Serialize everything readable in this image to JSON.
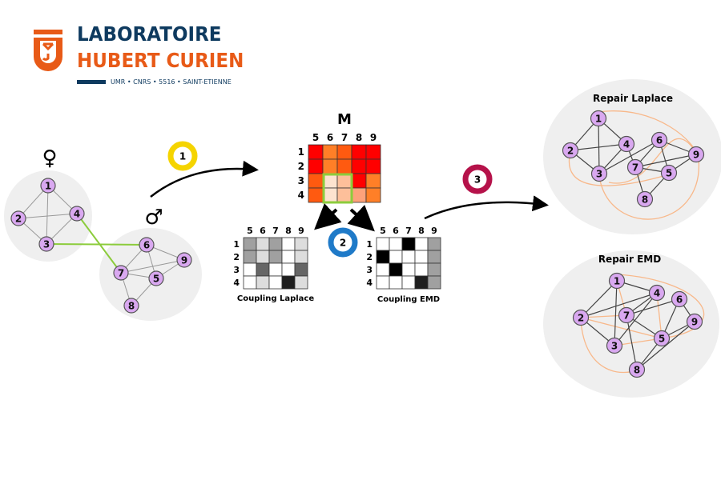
{
  "logo": {
    "line1": "LABORATOIRE",
    "line2": "HUBERT CURIEN",
    "subtitle": "UMR • CNRS • 5516 • SAINT-ETIENNE",
    "monogram": "UJM"
  },
  "colors": {
    "node_fill": "#d9a8f0",
    "node_stroke": "#555555",
    "blob": "#efefef",
    "match_edge": "#8ccc3c",
    "repair_edge": "#f8b88a",
    "badge1": "#f5d400",
    "badge2": "#1f7ac8",
    "badge3": "#b5124a",
    "logo_blue": "#0e3a5f",
    "logo_orange": "#e85a17"
  },
  "female_symbol": "♀",
  "male_symbol": "♂",
  "badges": [
    "1",
    "2",
    "3"
  ],
  "matrix_M": {
    "title": "M",
    "cols": [
      "5",
      "6",
      "7",
      "8",
      "9"
    ],
    "rows": [
      "1",
      "2",
      "3",
      "4"
    ],
    "cells": [
      [
        "#ff0000",
        "#ff7f27",
        "#ff5a10",
        "#ff0000",
        "#ff0000"
      ],
      [
        "#ff0000",
        "#ff7f27",
        "#ff5a10",
        "#ff0000",
        "#ff0000"
      ],
      [
        "#ff5a10",
        "#fde3d0",
        "#fdbf9a",
        "#ff0000",
        "#ff7f27"
      ],
      [
        "#ff5a10",
        "#fde3d0",
        "#fdbf9a",
        "#fda27a",
        "#ff7f27"
      ]
    ]
  },
  "coupling_laplace": {
    "label": "Coupling Laplace",
    "cols": [
      "5",
      "6",
      "7",
      "8",
      "9"
    ],
    "rows": [
      "1",
      "2",
      "3",
      "4"
    ],
    "cells": [
      [
        "#a0a0a0",
        "#dddddd",
        "#a0a0a0",
        "#ffffff",
        "#dddddd"
      ],
      [
        "#a0a0a0",
        "#dddddd",
        "#a0a0a0",
        "#ffffff",
        "#dddddd"
      ],
      [
        "#ffffff",
        "#666666",
        "#ffffff",
        "#ffffff",
        "#666666"
      ],
      [
        "#ffffff",
        "#dddddd",
        "#ffffff",
        "#1e1e1e",
        "#dddddd"
      ]
    ]
  },
  "coupling_emd": {
    "label": "Coupling EMD",
    "cols": [
      "5",
      "6",
      "7",
      "8",
      "9"
    ],
    "rows": [
      "1",
      "2",
      "3",
      "4"
    ],
    "cells": [
      [
        "#ffffff",
        "#ffffff",
        "#000000",
        "#ffffff",
        "#a0a0a0"
      ],
      [
        "#000000",
        "#ffffff",
        "#ffffff",
        "#ffffff",
        "#a0a0a0"
      ],
      [
        "#ffffff",
        "#000000",
        "#ffffff",
        "#ffffff",
        "#a0a0a0"
      ],
      [
        "#ffffff",
        "#ffffff",
        "#ffffff",
        "#1e1e1e",
        "#a0a0a0"
      ]
    ]
  },
  "graph_input": {
    "female_nodes": [
      "1",
      "2",
      "3",
      "4"
    ],
    "male_nodes": [
      "5",
      "6",
      "7",
      "8",
      "9"
    ],
    "edges": [
      [
        "1",
        "2"
      ],
      [
        "1",
        "3"
      ],
      [
        "1",
        "4"
      ],
      [
        "2",
        "4"
      ],
      [
        "2",
        "3"
      ],
      [
        "3",
        "4"
      ],
      [
        "6",
        "7"
      ],
      [
        "6",
        "9"
      ],
      [
        "6",
        "5"
      ],
      [
        "7",
        "9"
      ],
      [
        "7",
        "5"
      ],
      [
        "5",
        "9"
      ],
      [
        "7",
        "8"
      ],
      [
        "8",
        "5"
      ]
    ],
    "matched_edges": [
      [
        "4",
        "7"
      ],
      [
        "3",
        "6"
      ]
    ]
  },
  "repair_laplace": {
    "title": "Repair Laplace",
    "nodes": [
      "1",
      "2",
      "3",
      "4",
      "5",
      "6",
      "7",
      "8",
      "9"
    ],
    "edges": [
      [
        "1",
        "2"
      ],
      [
        "1",
        "3"
      ],
      [
        "1",
        "4"
      ],
      [
        "2",
        "4"
      ],
      [
        "2",
        "3"
      ],
      [
        "3",
        "4"
      ],
      [
        "3",
        "6"
      ],
      [
        "4",
        "7"
      ],
      [
        "6",
        "7"
      ],
      [
        "6",
        "9"
      ],
      [
        "6",
        "5"
      ],
      [
        "7",
        "9"
      ],
      [
        "7",
        "5"
      ],
      [
        "5",
        "9"
      ],
      [
        "7",
        "8"
      ],
      [
        "8",
        "5"
      ]
    ]
  },
  "repair_emd": {
    "title": "Repair EMD",
    "nodes": [
      "1",
      "2",
      "3",
      "4",
      "5",
      "6",
      "7",
      "8",
      "9"
    ],
    "edges": [
      [
        "1",
        "2"
      ],
      [
        "1",
        "3"
      ],
      [
        "1",
        "4"
      ],
      [
        "2",
        "4"
      ],
      [
        "2",
        "3"
      ],
      [
        "4",
        "7"
      ],
      [
        "4",
        "3"
      ],
      [
        "6",
        "7"
      ],
      [
        "6",
        "5"
      ],
      [
        "6",
        "9"
      ],
      [
        "7",
        "5"
      ],
      [
        "7",
        "8"
      ],
      [
        "5",
        "9"
      ],
      [
        "5",
        "8"
      ],
      [
        "9",
        "8"
      ]
    ],
    "added_edges": [
      [
        "1",
        "7"
      ],
      [
        "2",
        "7"
      ],
      [
        "2",
        "5"
      ],
      [
        "4",
        "5"
      ],
      [
        "3",
        "5"
      ]
    ]
  }
}
